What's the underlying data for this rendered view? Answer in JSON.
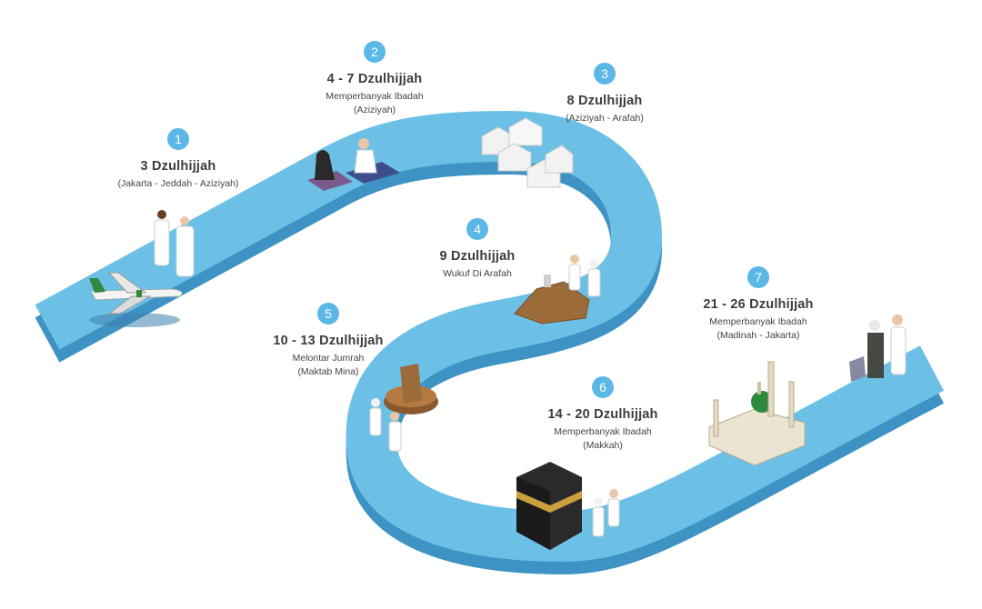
{
  "steps": [
    {
      "number": "1",
      "title": "3 Dzulhijjah",
      "line1": "(Jakarta - Jeddah - Aziziyah)",
      "line2": ""
    },
    {
      "number": "2",
      "title": "4 - 7 Dzulhijjah",
      "line1": "Memperbanyak Ibadah",
      "line2": "(Aziziyah)"
    },
    {
      "number": "3",
      "title": "8 Dzulhijjah",
      "line1": "(Aziziyah - Arafah)",
      "line2": ""
    },
    {
      "number": "4",
      "title": "9 Dzulhijjah",
      "line1": "Wukuf Di Arafah",
      "line2": ""
    },
    {
      "number": "5",
      "title": "10 - 13 Dzulhijjah",
      "line1": "Melontar Jumrah",
      "line2": "(Maktab Mina)"
    },
    {
      "number": "6",
      "title": "14 - 20 Dzulhijjah",
      "line1": "Memperbanyak Ibadah",
      "line2": "(Makkah)"
    },
    {
      "number": "7",
      "title": "21 - 26 Dzulhijjah",
      "line1": "Memperbanyak Ibadah",
      "line2": "(Madinah - Jakarta)"
    }
  ],
  "colors": {
    "road_top": "#6cc0e6",
    "road_side": "#3e93c4",
    "badge": "#5bb8e6",
    "text": "#3c3c3c"
  }
}
